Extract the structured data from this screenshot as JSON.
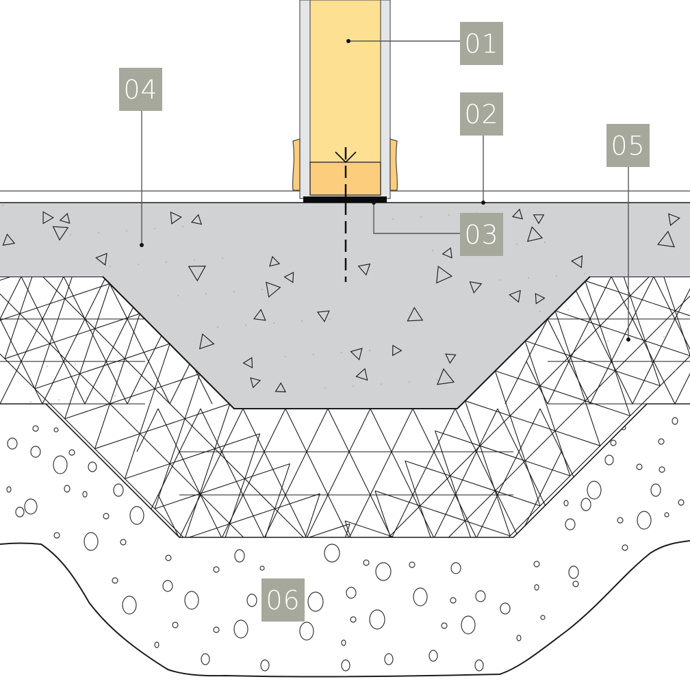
{
  "diagram": {
    "type": "construction-section",
    "subject": "Wall base on concrete strip foundation with gravel bedding",
    "colors": {
      "label_bg": "#a6a89b",
      "label_text": "#ffffff",
      "wall_core": "#fde092",
      "wall_base_block": "#fccd7c",
      "wall_cladding": "#e4e5e7",
      "concrete": "#d1d2d4",
      "gravel_fill": "#ffffff",
      "soil_fill": "#ffffff",
      "line": "#1a1a1a",
      "leader": "#555555"
    }
  },
  "callouts": [
    {
      "id": "01",
      "label": "01",
      "target": "wall-core"
    },
    {
      "id": "02",
      "label": "02",
      "target": "slab-top-surface"
    },
    {
      "id": "03",
      "label": "03",
      "target": "bearing-strip"
    },
    {
      "id": "04",
      "label": "04",
      "target": "concrete-foundation"
    },
    {
      "id": "05",
      "label": "05",
      "target": "gravel-bedding"
    },
    {
      "id": "06",
      "label": "06",
      "target": "subsoil"
    }
  ]
}
